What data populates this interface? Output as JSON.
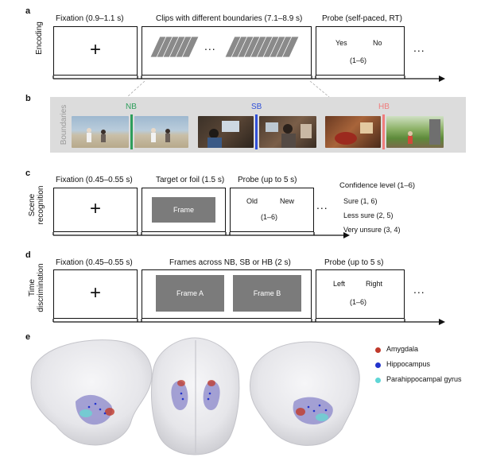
{
  "panels": {
    "a": {
      "letter": "a",
      "side_label": "Encoding",
      "fixation": {
        "header": "Fixation (0.9–1.1 s)",
        "symbol": "+"
      },
      "clips": {
        "header": "Clips with different boundaries (7.1–8.9 s)",
        "ellipsis": "..."
      },
      "probe": {
        "header": "Probe (self-paced, RT)",
        "yes": "Yes",
        "no": "No",
        "scale": "(1–6)"
      },
      "ellipsis": "..."
    },
    "b": {
      "letter": "b",
      "side_label": "Boundaries",
      "boundaries": [
        {
          "label": "NB",
          "color": "#2e9e5b"
        },
        {
          "label": "SB",
          "color": "#2f4fd8"
        },
        {
          "label": "HB",
          "color": "#f07c7c"
        }
      ]
    },
    "c": {
      "letter": "c",
      "side_label_line1": "Scene",
      "side_label_line2": "recognition",
      "fixation": {
        "header": "Fixation (0.45–0.55 s)",
        "symbol": "+"
      },
      "target": {
        "header": "Target or foil (1.5 s)",
        "frame": "Frame"
      },
      "probe": {
        "header": "Probe (up to 5 s)",
        "old": "Old",
        "new": "New",
        "scale": "(1–6)"
      },
      "ellipsis": "...",
      "confidence": {
        "title": "Confidence level (1–6)",
        "levels": [
          "Sure (1, 6)",
          "Less sure (2, 5)",
          "Very unsure (3, 4)"
        ]
      }
    },
    "d": {
      "letter": "d",
      "side_label_line1": "Time",
      "side_label_line2": "discrimination",
      "fixation": {
        "header": "Fixation (0.45–0.55 s)",
        "symbol": "+"
      },
      "frames": {
        "header": "Frames across NB, SB or HB (2 s)",
        "frame_a": "Frame A",
        "frame_b": "Frame B"
      },
      "probe": {
        "header": "Probe (up to 5 s)",
        "left": "Left",
        "right": "Right",
        "scale": "(1–6)"
      },
      "ellipsis": "..."
    },
    "e": {
      "letter": "e",
      "legend": [
        {
          "label": "Amygdala",
          "color": "#c0392b"
        },
        {
          "label": "Hippocampus",
          "color": "#2233cc"
        },
        {
          "label": "Parahippocampal gyrus",
          "color": "#5fd6d6"
        }
      ]
    }
  }
}
